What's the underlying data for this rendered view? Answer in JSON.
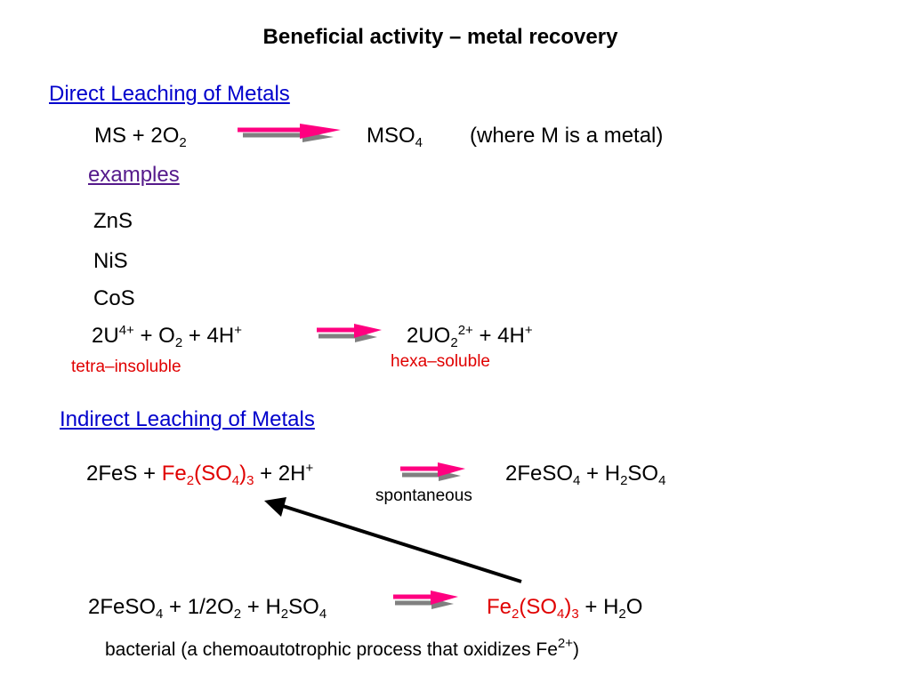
{
  "title": "Beneficial activity – metal recovery",
  "direct": {
    "heading": "Direct Leaching of Metals",
    "eq1": {
      "ms": "MS  +  2O",
      "o2_sub": "2",
      "mso": "MSO",
      "mso_sub": "4",
      "note": "(where M is a metal)"
    },
    "examples_label": "examples",
    "examples": [
      "ZnS",
      "NiS",
      "CoS"
    ],
    "eq2": {
      "u": "2U",
      "u_sup": "4+",
      "plus_o": " + O",
      "o_sub": "2",
      "plus_h": "  +  4H",
      "h_sup": "+",
      "uo": "2UO",
      "uo_sub": "2",
      "uo_sup": "2+",
      "plus_h2": " + 4H",
      "h2_sup": "+"
    },
    "label_tetra": "tetra–insoluble",
    "label_hexa": "hexa–soluble"
  },
  "indirect": {
    "heading": "Indirect Leaching of Metals",
    "eq3": {
      "fes": "2FeS +  ",
      "fe2": "Fe",
      "fe2_sub": "2",
      "so4_open": "(SO",
      "so4_sub": "4",
      "so4_close": ")",
      "so4_sub2": "3",
      "plus_h": "  +  2H",
      "h_sup": "+",
      "feso4": "2FeSO",
      "feso4_sub": "4",
      "plus_h2so4": "   + H",
      "h2_sub": "2",
      "so4b": "SO",
      "so4b_sub": "4"
    },
    "label_spontaneous": "spontaneous",
    "eq4": {
      "feso4": "2FeSO",
      "feso4_sub": "4",
      "half_o": " + 1/2O",
      "o_sub": "2",
      "plus_h": "  +  H",
      "h_sub": "2",
      "so4": "SO",
      "so4_sub": "4",
      "fe2": "Fe",
      "fe2_sub": "2",
      "so4_open": "(SO",
      "so4_sub2": "4",
      "so4_close": ")",
      "so4_sub3": "3",
      "plus_water": "  +   H",
      "water_sub": "2",
      "water_o": "O"
    },
    "bacterial_text": "bacterial (a chemoautotrophic process that oxidizes Fe",
    "bacterial_sup": "2+",
    "bacterial_close": ")"
  },
  "colors": {
    "heading": "#0000cc",
    "examples": "#551a8b",
    "red": "#e00000",
    "arrow_pink": "#ff0080",
    "arrow_gray": "#808080"
  }
}
